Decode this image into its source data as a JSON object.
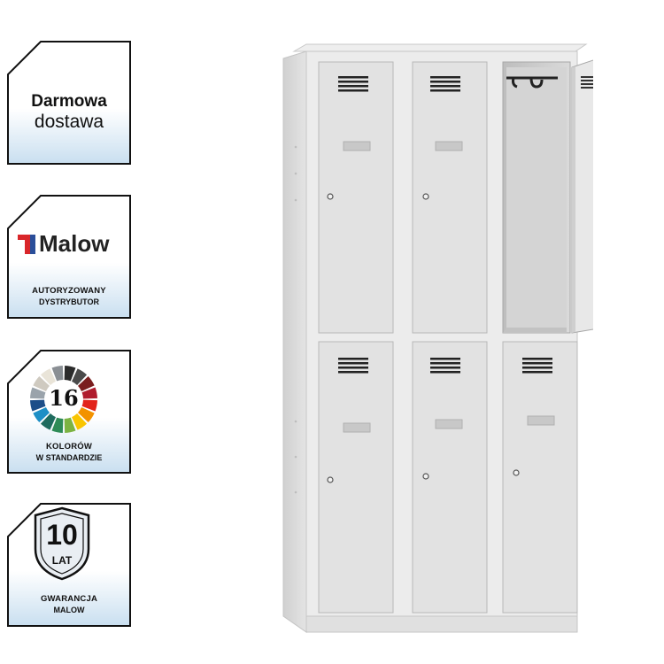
{
  "badges": {
    "delivery": {
      "line1": "Darmowa",
      "line2": "dostawa"
    },
    "distributor": {
      "brand": "Malow",
      "line1": "AUTORYZOWANY",
      "line2": "DYSTRYBUTOR"
    },
    "colors": {
      "count": "16",
      "line1": "KOLORÓW",
      "line2": "W STANDARDZIE"
    },
    "warranty": {
      "years": "10",
      "unit": "LAT",
      "line1": "GWARANCJA",
      "line2": "MALOW"
    }
  },
  "colors": {
    "badge_border": "#111111",
    "badge_fill_top": "#ffffff",
    "badge_fill_bottom": "#c9dff0",
    "locker_body": "#e6e6e6",
    "locker_door": "#dcdcdc",
    "malow_red": "#d9262a",
    "malow_blue": "#2a4e9a"
  },
  "icons": [
    "delivery-badge",
    "malow-logo-icon",
    "color-ring-icon",
    "shield-icon",
    "vent-icon",
    "lock-icon",
    "coat-hook-icon"
  ]
}
